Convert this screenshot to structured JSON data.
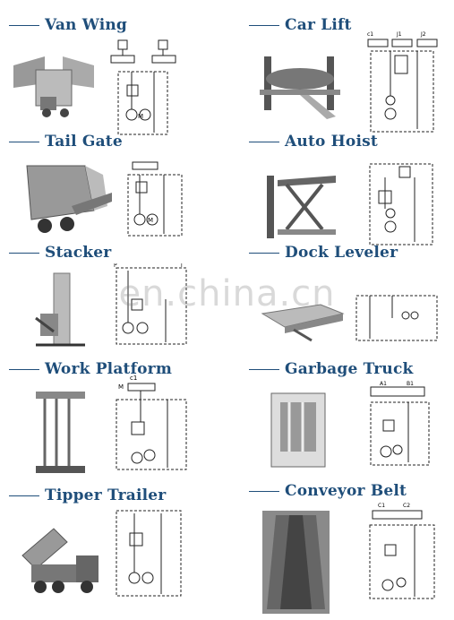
{
  "items": [
    {
      "title": "Van Wing"
    },
    {
      "title": "Car Lift"
    },
    {
      "title": "Tail Gate"
    },
    {
      "title": "Auto Hoist"
    },
    {
      "title": "Stacker"
    },
    {
      "title": "Dock Leveler"
    },
    {
      "title": "Work Platform"
    },
    {
      "title": "Garbage Truck"
    },
    {
      "title": "Tipper Trailer"
    },
    {
      "title": "Conveyor Belt"
    }
  ],
  "watermark": "en.china.cn"
}
